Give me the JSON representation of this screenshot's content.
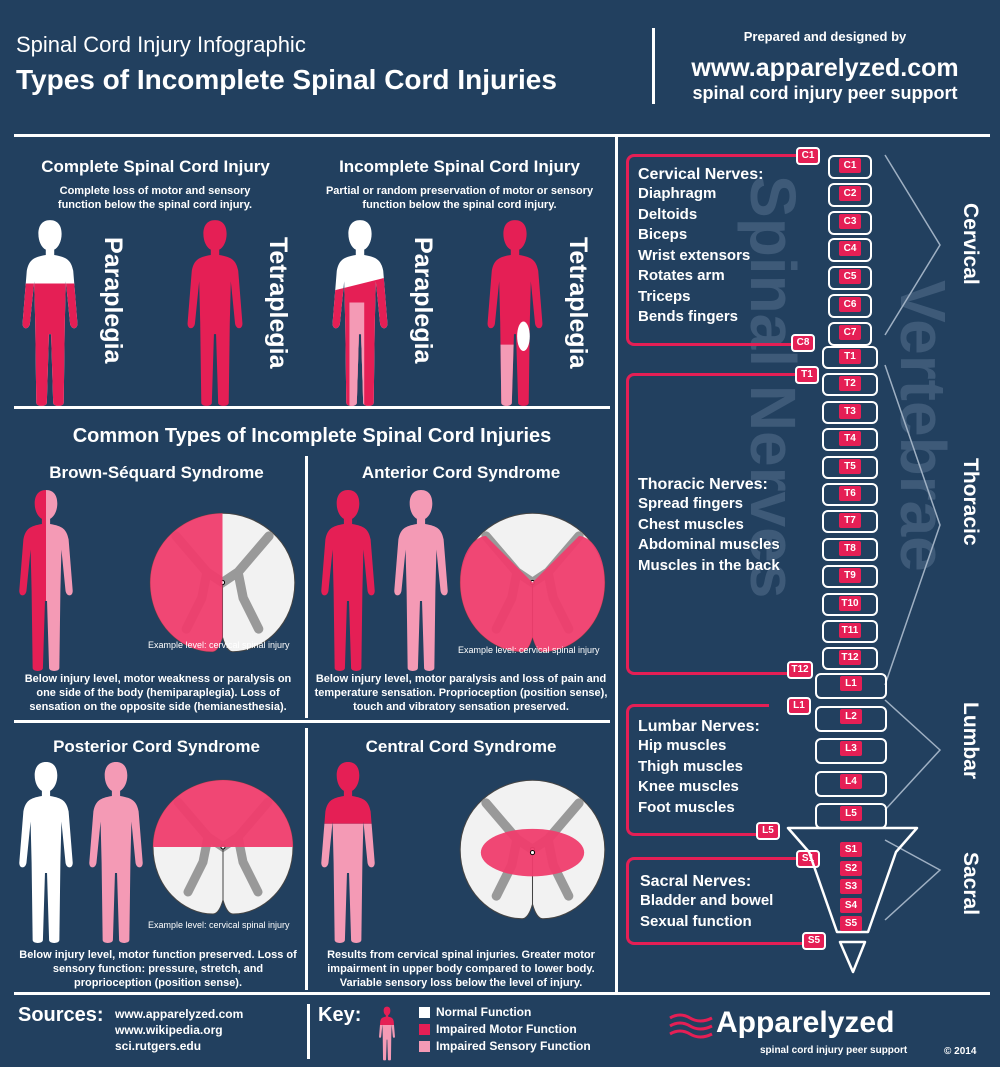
{
  "header": {
    "subtitle": "Spinal Cord Injury Infographic",
    "title": "Types of Incomplete Spinal Cord Injuries",
    "prepared": "Prepared and designed by",
    "website": "www.apparelyzed.com",
    "tagline": "spinal cord injury peer support"
  },
  "top": {
    "complete_title": "Complete Spinal Cord Injury",
    "complete_desc": "Complete loss of motor and sensory function below the spinal cord injury.",
    "incomplete_title": "Incomplete Spinal Cord Injury",
    "incomplete_desc": "Partial or random preservation of motor or sensory function below the spinal cord injury.",
    "paraplegia": "Paraplegia",
    "tetraplegia": "Tetraplegia"
  },
  "common_title": "Common Types of Incomplete Spinal Cord Injuries",
  "example_level": "Example level: cervical spinal injury",
  "syndromes": {
    "brown": {
      "title": "Brown-Séquard Syndrome",
      "desc": "Below injury level, motor weakness or paralysis on one side of the body (hemiparaplegia). Loss of sensation on the opposite side (hemianesthesia)."
    },
    "anterior": {
      "title": "Anterior Cord Syndrome",
      "desc": "Below injury level, motor paralysis and loss of pain and temperature sensation. Proprioception (position sense), touch and vibratory sensation preserved."
    },
    "posterior": {
      "title": "Posterior Cord Syndrome",
      "desc": "Below injury level, motor function preserved. Loss of sensory function: pressure, stretch, and proprioception (position sense)."
    },
    "central": {
      "title": "Central Cord Syndrome",
      "desc": "Results from cervical spinal injuries. Greater motor impairment in upper body compared to lower body. Variable sensory loss below the level of injury."
    }
  },
  "spine": {
    "watermark_spinal": "Spinal Nerves",
    "watermark_vertebrae": "Vertebrae",
    "regions": [
      "Cervical",
      "Thoracic",
      "Lumbar",
      "Sacral"
    ],
    "cervical": {
      "title": "Cervical Nerves:",
      "items": [
        "Diaphragm",
        "Deltoids",
        "Biceps",
        "Wrist extensors",
        "Rotates arm",
        "Triceps",
        "Bends fingers"
      ]
    },
    "thoracic": {
      "title": "Thoracic Nerves:",
      "items": [
        "Spread fingers",
        "Chest muscles",
        "Abdominal muscles",
        "Muscles in the back"
      ]
    },
    "lumbar": {
      "title": "Lumbar Nerves:",
      "items": [
        "Hip muscles",
        "Thigh muscles",
        "Knee muscles",
        "Foot muscles"
      ]
    },
    "sacral": {
      "title": "Sacral Nerves:",
      "items": [
        "Bladder and bowel",
        "Sexual function"
      ]
    },
    "tags": {
      "c1": "C1",
      "c8": "C8",
      "t1": "T1",
      "t12": "T12",
      "l1": "L1",
      "l5": "L5",
      "s1": "S1",
      "s5": "S5"
    },
    "cervical_v": [
      "C1",
      "C2",
      "C3",
      "C4",
      "C5",
      "C6",
      "C7"
    ],
    "thoracic_v": [
      "T1",
      "T2",
      "T3",
      "T4",
      "T5",
      "T6",
      "T7",
      "T8",
      "T9",
      "T10",
      "T11",
      "T12"
    ],
    "lumbar_v": [
      "L1",
      "L2",
      "L3",
      "L4",
      "L5"
    ],
    "sacral_v": [
      "S1",
      "S2",
      "S3",
      "S4",
      "S5"
    ]
  },
  "footer": {
    "sources_label": "Sources:",
    "sources": [
      "www.apparelyzed.com",
      "www.wikipedia.org",
      "sci.rutgers.edu"
    ],
    "key_label": "Key:",
    "key": [
      "Normal Function",
      "Impaired Motor Function",
      "Impaired Sensory Function"
    ],
    "brand": "Apparelyzed",
    "brand_tagline": "spinal cord injury peer support",
    "copyright": "© 2014"
  },
  "colors": {
    "background": "#22405f",
    "motor": "#e51f55",
    "sensory": "#f49ab5",
    "normal": "#ffffff"
  }
}
